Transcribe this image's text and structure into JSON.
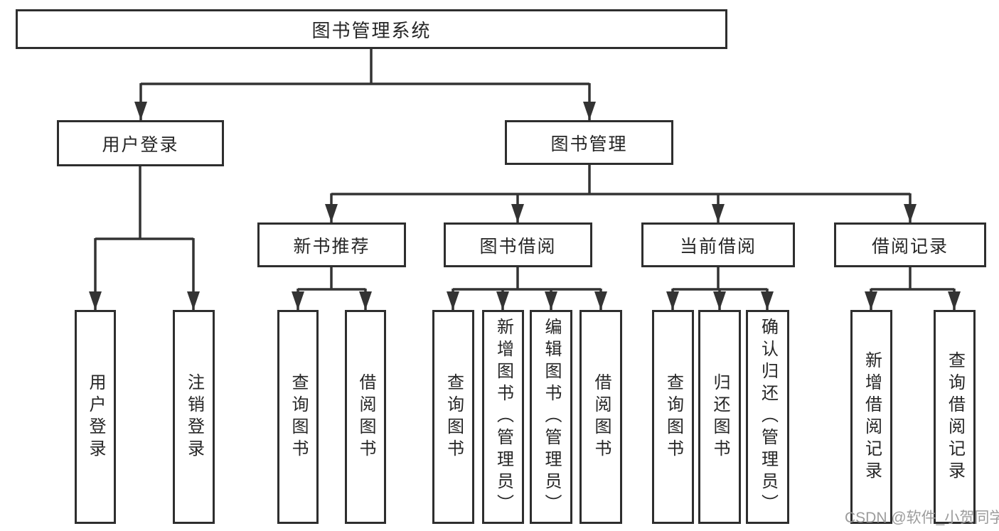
{
  "diagram": {
    "root": "图书管理系统",
    "level2": {
      "user_login": "用户登录",
      "book_mgmt": "图书管理"
    },
    "level3": {
      "new_book_rec": "新书推荐",
      "book_borrow": "图书借阅",
      "current_borrow": "当前借阅",
      "borrow_record": "借阅记录"
    },
    "leaves": {
      "user_login": "用户登录",
      "logout": "注销登录",
      "query_book_rec": "查询图书",
      "borrow_book_rec": "借阅图书",
      "query_book_borrow": "查询图书",
      "add_book_admin": "新增图书（管理员）",
      "edit_book_admin": "编辑图书（管理员）",
      "borrow_book_borrow": "借阅图书",
      "query_book_current": "查询图书",
      "return_book": "归还图书",
      "confirm_return_admin": "确认归还（管理员）",
      "add_borrow_record": "新增借阅记录",
      "query_borrow_record": "查询借阅记录"
    },
    "colors": {
      "line": "#333333",
      "box_border": "#2e2e2e",
      "text": "#262626",
      "watermark": "#9c9c9c",
      "background": "#ffffff"
    }
  },
  "watermark": "CSDN @软件_小贺同学"
}
